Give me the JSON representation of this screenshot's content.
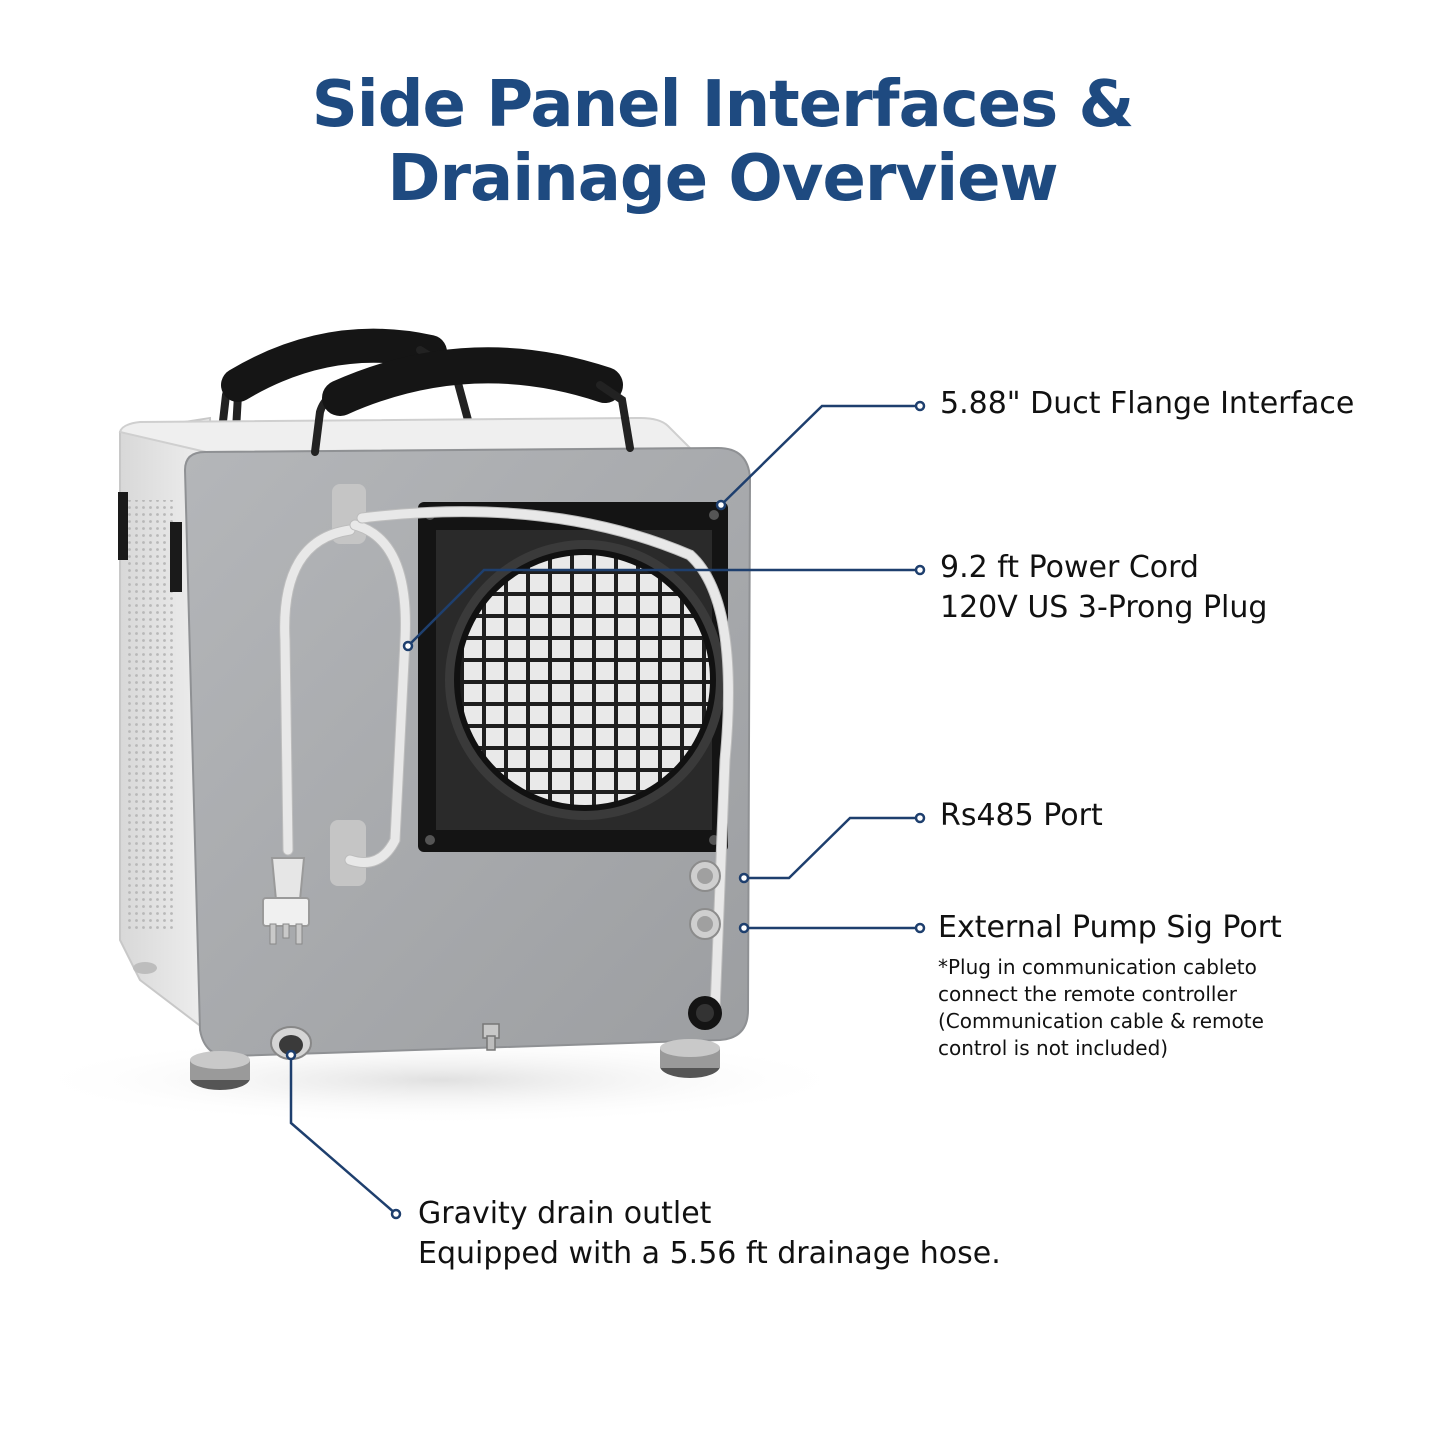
{
  "title": {
    "line1": "Side Panel Interfaces &",
    "line2": "Drainage Overview"
  },
  "callouts": {
    "duct": "5.88\" Duct Flange Interface",
    "cord_line1": "9.2 ft Power Cord",
    "cord_line2": "120V US 3-Prong Plug",
    "rs485": "Rs485 Port",
    "pump": "External Pump Sig Port",
    "pump_note1": "*Plug in communication cableto",
    "pump_note2": "connect the remote controller",
    "pump_note3": "(Communication cable & remote",
    "pump_note4": "control is not included)",
    "drain_line1": "Gravity drain outlet",
    "drain_line2": "Equipped with a 5.56 ft drainage hose."
  },
  "colors": {
    "title": "#1e4a80",
    "leader_line": "#1e3f6e",
    "panel": "#a7a9ac",
    "body_white": "#f2f2f2",
    "duct_black": "#1a1a1a"
  }
}
